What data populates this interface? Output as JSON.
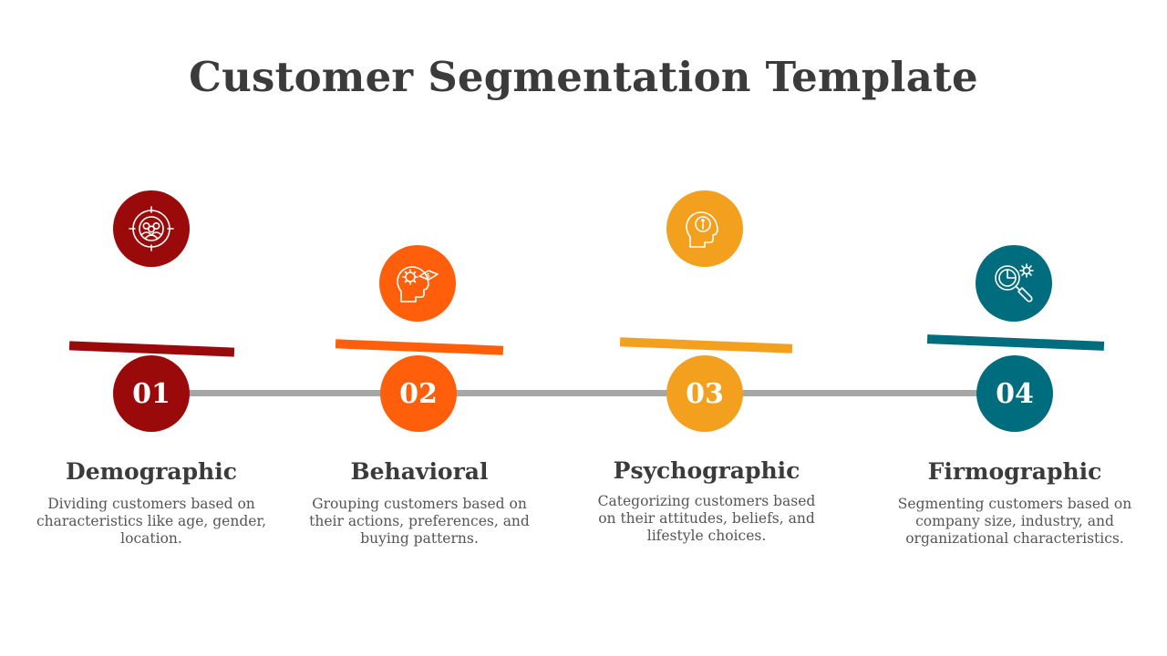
{
  "title": "Customer Segmentation Template",
  "steps": [
    {
      "number": "01",
      "heading": "Demographic",
      "description": "Dividing customers based on characteristics like age, gender, location.",
      "color": "#9b0a0a",
      "icon": "target-users-icon"
    },
    {
      "number": "02",
      "heading": "Behavioral",
      "description": "Grouping customers based on their actions, preferences, and buying patterns.",
      "color": "#ff5f0a",
      "icon": "head-gear-dollar-icon"
    },
    {
      "number": "03",
      "heading": "Psychographic",
      "description": "Categorizing customers based on their attitudes, beliefs, and lifestyle choices.",
      "color": "#f3a01e",
      "icon": "head-info-icon"
    },
    {
      "number": "04",
      "heading": "Firmographic",
      "description": "Segmenting customers based on company size, industry, and organizational characteristics.",
      "color": "#006d7e",
      "icon": "magnifier-chart-gear-icon"
    }
  ]
}
